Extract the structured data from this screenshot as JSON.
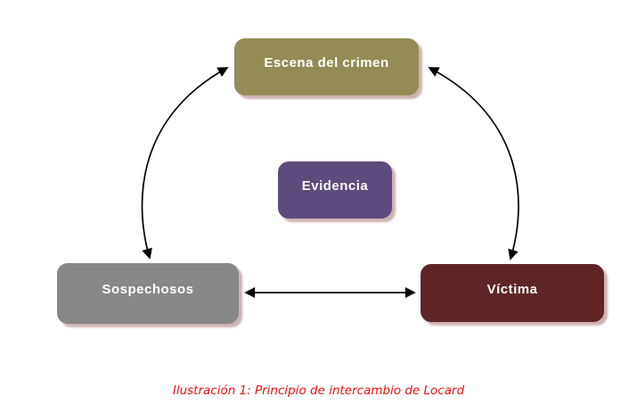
{
  "diagram": {
    "nodes": [
      {
        "id": "escena-del-crimen",
        "label": "Escena del crimen",
        "color": "#938C55"
      },
      {
        "id": "evidencia",
        "label": "Evidencia",
        "color": "#5D4B7D"
      },
      {
        "id": "sospechosos",
        "label": "Sospechosos",
        "color": "#878787"
      },
      {
        "id": "victima",
        "label": "Víctima",
        "color": "#5F2526"
      }
    ],
    "edges": [
      {
        "from": "Escena del crimen",
        "to": "Sospechosos",
        "bidirectional": true,
        "style": "curved"
      },
      {
        "from": "Escena del crimen",
        "to": "Víctima",
        "bidirectional": true,
        "style": "curved"
      },
      {
        "from": "Sospechosos",
        "to": "Víctima",
        "bidirectional": true,
        "style": "straight"
      }
    ],
    "caption": "Ilustración 1: Principio de intercambio de Locard",
    "colors": {
      "background": "#FFFFFF",
      "label_text": "#FFFFFF",
      "arrow": "#000000",
      "shadow": "#C8ACAC",
      "caption": "#EE1111"
    }
  }
}
